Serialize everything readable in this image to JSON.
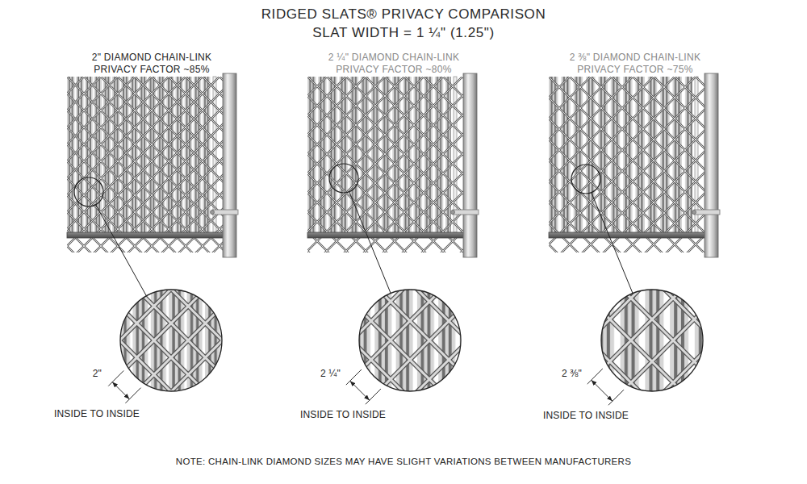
{
  "diagram": {
    "title": "RIDGED SLATS® PRIVACY COMPARISON",
    "caption": "NOTE: CHAIN-LINK DIAMOND SIZES MAY HAVE SLIGHT VARIATIONS BETWEEN MANUFACTURERS",
    "labels": [
      "SLAT WIDTH = 1 ¼\" (1.25\")",
      "2\" DIAMOND CHAIN-LINK",
      "PRIVACY FACTOR ~85%",
      "2 ¼\" DIAMOND CHAIN-LINK",
      "PRIVACY FACTOR ~80%",
      "2 ⅜\" DIAMOND CHAIN-LINK",
      "PRIVACY FACTOR ~75%",
      "2\"",
      "INSIDE TO INSIDE",
      "2 ¼\"",
      "INSIDE TO INSIDE",
      "2 ⅜\"",
      "INSIDE TO INSIDE"
    ]
  }
}
